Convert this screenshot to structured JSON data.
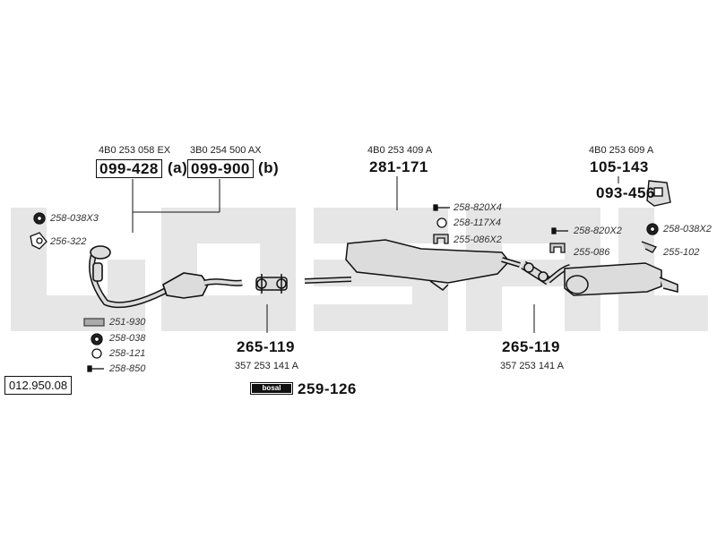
{
  "diagram_ref": "012.950.08",
  "groups": {
    "front_pipe_a": {
      "oem": "4B0 253 058 EX",
      "part": "099-428",
      "suffix": "(a)"
    },
    "front_pipe_b": {
      "oem": "3B0 254 500 AX",
      "part": "099-900",
      "suffix": "(b)"
    },
    "middle_silencer": {
      "oem": "4B0 253 409 A",
      "part": "281-171"
    },
    "rear_silencer": {
      "oem": "4B0 253 609 A",
      "part": "105-143",
      "bracket_part": "093-456"
    },
    "clamp_left": {
      "part": "265-119",
      "oem": "357 253 141 A"
    },
    "clamp_right": {
      "part": "265-119",
      "oem": "357 253 141 A"
    },
    "assembly_kit": {
      "badge": "bosal",
      "part": "259-126"
    }
  },
  "small_parts_left": [
    {
      "code": "258-038X3",
      "icon": "rubber-ring-icon"
    },
    {
      "code": "256-322",
      "icon": "triangle-gasket-icon"
    },
    {
      "code": "251-930",
      "icon": "spring-icon"
    },
    {
      "code": "258-038",
      "icon": "rubber-ring-icon"
    },
    {
      "code": "258-121",
      "icon": "o-ring-icon"
    },
    {
      "code": "258-850",
      "icon": "bolt-icon"
    }
  ],
  "small_parts_middle": [
    {
      "code": "258-820X4",
      "icon": "bolt-icon"
    },
    {
      "code": "258-117X4",
      "icon": "o-ring-icon"
    },
    {
      "code": "255-086X2",
      "icon": "rubber-hanger-icon"
    }
  ],
  "small_parts_right_a": [
    {
      "code": "258-820X2",
      "icon": "bolt-icon"
    },
    {
      "code": "255-086",
      "icon": "rubber-hanger-icon"
    }
  ],
  "small_parts_right_b": [
    {
      "code": "258-038X2",
      "icon": "rubber-ring-icon"
    },
    {
      "code": "255-102",
      "icon": "hanger-bracket-icon"
    }
  ],
  "colors": {
    "ink": "#111111",
    "watermark": "#e6e6e6",
    "part_fill": "#dcdcdc"
  }
}
